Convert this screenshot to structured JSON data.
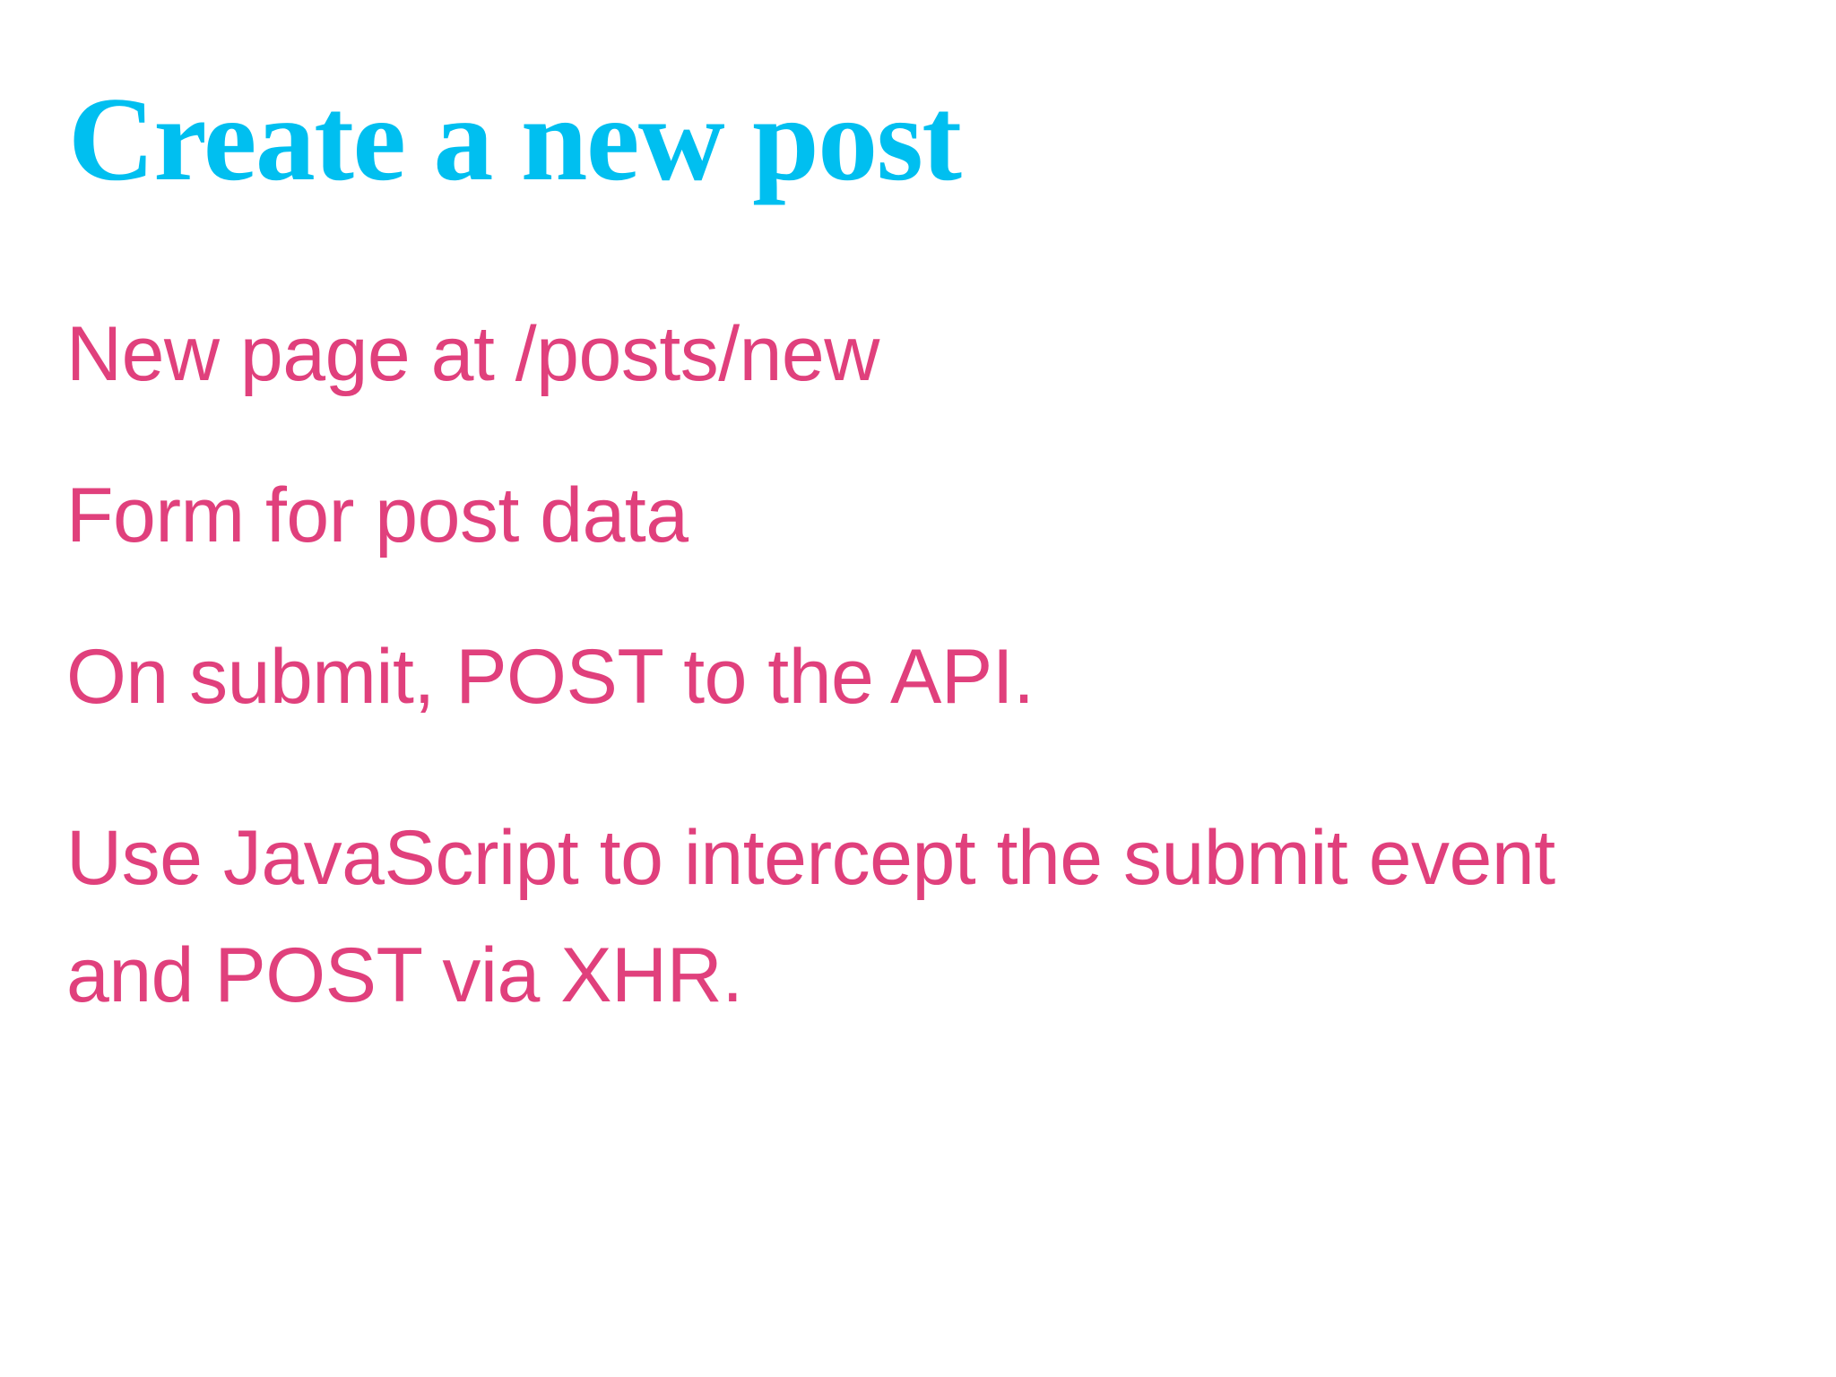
{
  "slide": {
    "title": "Create a new post",
    "title_color": "#00bff0",
    "body_color": "#e0407c",
    "background_color": "#ffffff",
    "bullets": [
      {
        "text": "New page at /posts/new"
      },
      {
        "text": "Form for post data"
      },
      {
        "text": "On submit, POST to the API."
      },
      {
        "text": "Use JavaScript to intercept the submit event and POST via XHR."
      }
    ]
  }
}
